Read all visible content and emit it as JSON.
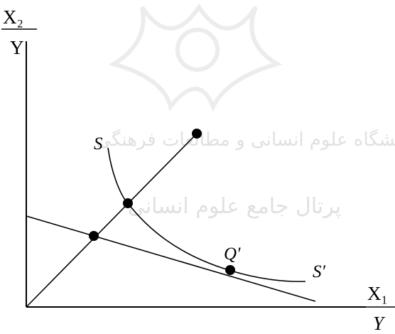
{
  "figure": {
    "y_axis_label": {
      "numerator": "X₂",
      "denominator": "Y"
    },
    "x_axis_label": {
      "numerator": "X₁",
      "denominator": "Y"
    },
    "curve_labels": {
      "start": "S",
      "end": "S′",
      "point": "Q′"
    },
    "colors": {
      "ink": "#000000",
      "watermark": "#c8c8c8"
    }
  },
  "watermark": {
    "line1": "پژوهشگاه علوم انسانی و مطالعات فرهنگی",
    "line2": "پرتال جامع علوم انسانی"
  }
}
